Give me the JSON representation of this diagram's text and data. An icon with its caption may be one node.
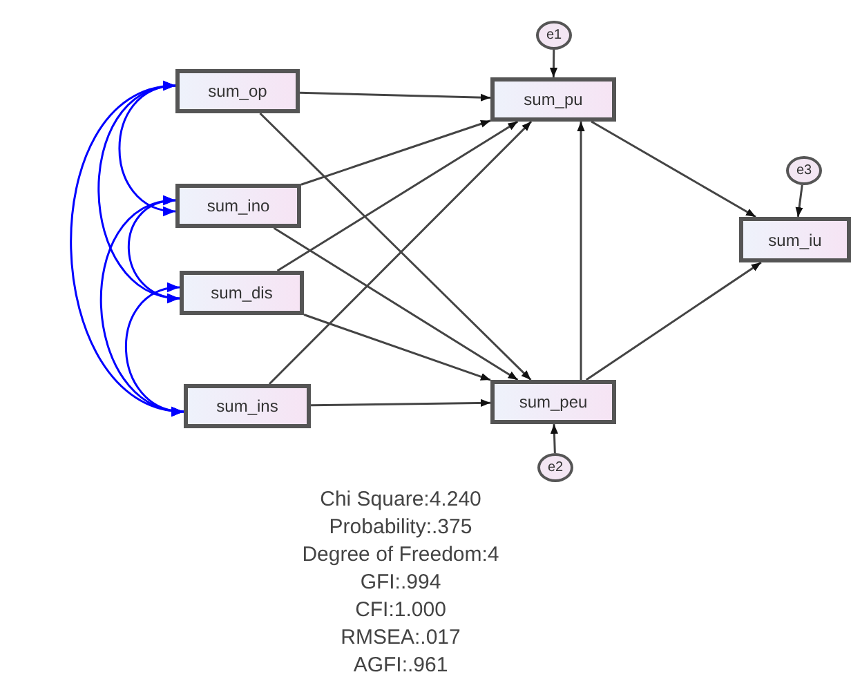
{
  "diagram": {
    "nodes": [
      {
        "text": [
          "sum_op"
        ]
      },
      {
        "text": [
          "sum_ino"
        ]
      },
      {
        "text": [
          "sum_dis"
        ]
      },
      {
        "text": [
          "sum_ins"
        ]
      },
      {
        "text": [
          "sum_pu"
        ]
      },
      {
        "text": [
          "sum_peu"
        ]
      },
      {
        "text": [
          "sum_iu"
        ]
      },
      {
        "text": [
          "e1"
        ]
      },
      {
        "text": [
          "e2"
        ]
      },
      {
        "text": [
          "e3"
        ]
      }
    ],
    "edges": [
      {
        "from": 0,
        "to": 4,
        "arrow": "to"
      },
      {
        "from": 0,
        "to": 5,
        "arrow": "to"
      },
      {
        "from": 1,
        "to": 4,
        "arrow": "to"
      },
      {
        "from": 1,
        "to": 5,
        "arrow": "to"
      },
      {
        "from": 2,
        "to": 4,
        "arrow": "to"
      },
      {
        "from": 2,
        "to": 5,
        "arrow": "to"
      },
      {
        "from": 3,
        "to": 4,
        "arrow": "to"
      },
      {
        "from": 3,
        "to": 5,
        "arrow": "to"
      },
      {
        "from": 5,
        "to": 4,
        "arrow": "to"
      },
      {
        "from": 4,
        "to": 6,
        "arrow": "to"
      },
      {
        "from": 5,
        "to": 6,
        "arrow": "to"
      },
      {
        "from": 7,
        "to": 4,
        "arrow": "to"
      },
      {
        "from": 8,
        "to": 5,
        "arrow": "to"
      },
      {
        "from": 9,
        "to": 6,
        "arrow": "to"
      },
      {
        "from": 0,
        "to": 1,
        "arrow": "both",
        "color": "#0000ff"
      },
      {
        "from": 0,
        "to": 2,
        "arrow": "both",
        "color": "#0000ff"
      },
      {
        "from": 0,
        "to": 3,
        "arrow": "both",
        "color": "#0000ff"
      },
      {
        "from": 1,
        "to": 2,
        "arrow": "both",
        "color": "#0000ff"
      },
      {
        "from": 1,
        "to": 3,
        "arrow": "both",
        "color": "#0000ff"
      },
      {
        "from": 2,
        "to": 3,
        "arrow": "both",
        "color": "#0000ff"
      }
    ],
    "labels": [
      "Chi Square:4.240",
      "Probability:.375",
      "Degree of Freedom:4",
      "GFI:.994",
      "CFI:1.000",
      "RMSEA:.017",
      "AGFI:.961"
    ]
  }
}
